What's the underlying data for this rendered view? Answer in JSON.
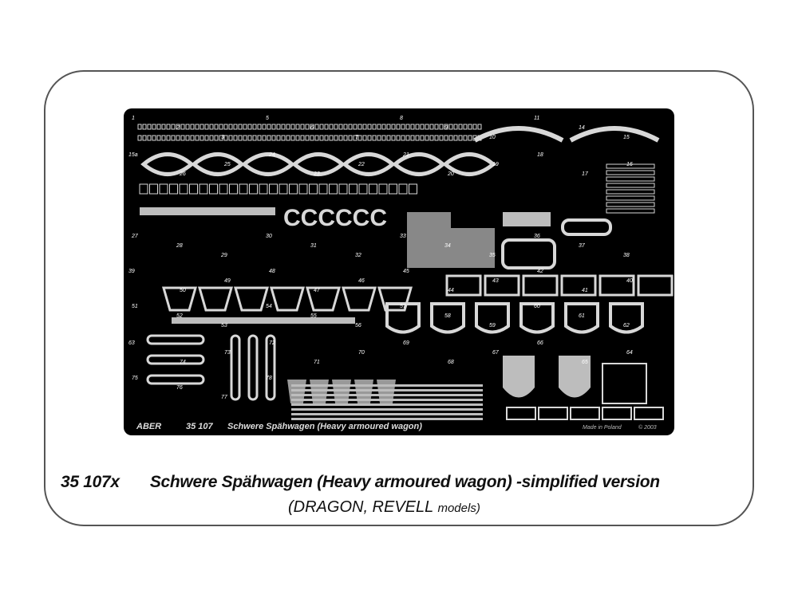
{
  "fret": {
    "brand": "ABER",
    "code": "35 107",
    "name": "Schwere Spähwagen (Heavy armoured wagon)",
    "made_in": "Made in Poland",
    "copyright": "© 2003",
    "c_parts": "CCCCCC",
    "part_numbers": [
      "1",
      "2",
      "3",
      "5",
      "6",
      "7",
      "8",
      "9",
      "10",
      "11",
      "14",
      "15",
      "15a",
      "16",
      "17",
      "18",
      "19",
      "20",
      "21",
      "22",
      "23",
      "24",
      "25",
      "26",
      "27",
      "28",
      "29",
      "30",
      "31",
      "32",
      "33",
      "34",
      "35",
      "36",
      "37",
      "38",
      "39",
      "40",
      "41",
      "42",
      "43",
      "44",
      "45",
      "46",
      "47",
      "48",
      "49",
      "50",
      "51",
      "52",
      "53",
      "54",
      "55",
      "56",
      "57",
      "58",
      "59",
      "60",
      "61",
      "62",
      "63",
      "64",
      "65",
      "66",
      "67",
      "68",
      "69",
      "70",
      "71",
      "72",
      "73",
      "74",
      "75",
      "76",
      "77",
      "78"
    ]
  },
  "caption": {
    "code": "35 107x",
    "title": "Schwere Spähwagen (Heavy armoured wagon) -simplified version",
    "makers": "(DRAGON, REVELL",
    "models": "models)"
  }
}
